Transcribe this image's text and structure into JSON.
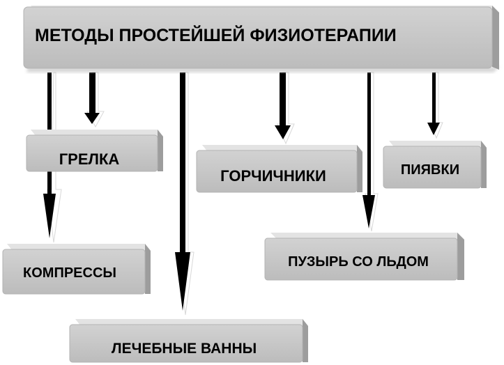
{
  "diagram": {
    "title": "МЕТОДЫ ПРОСТЕЙШЕЙ ФИЗИОТЕРАПИИ",
    "methods": {
      "grelka": "ГРЕЛКА",
      "kompressy": "КОМПРЕССЫ",
      "lechebnye_vanny": "ЛЕЧЕБНЫЕ ВАННЫ",
      "gorchichniki": "ГОРЧИЧНИКИ",
      "puzyr_so_ldom": "ПУЗЫРЬ СО ЛЬДОМ",
      "piyavki": "ПИЯВКИ"
    }
  },
  "colors": {
    "box_face": "#c7c7c7",
    "box_top": "#e2e2e2",
    "box_side": "#9d9d9d",
    "arrow": "#000000",
    "text": "#000000"
  }
}
